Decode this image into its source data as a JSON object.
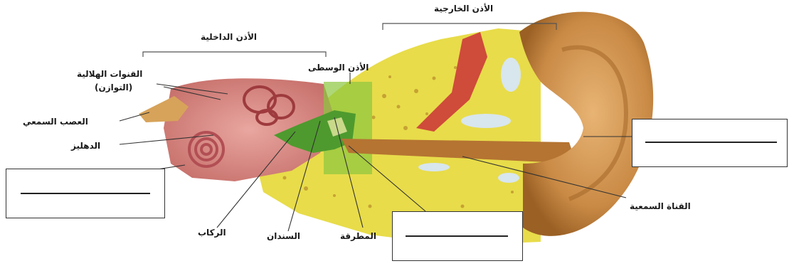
{
  "labels": {
    "outer_ear": "الأذن الخارجية",
    "inner_ear": "الأذن الداخلية",
    "middle_ear": "الأذن الوسطى",
    "semicircular_canals_line1": "القنوات الهلالية",
    "semicircular_canals_line2": "(التوازن)",
    "auditory_nerve": "العصب السمعي",
    "vestibule": "الدهليز",
    "stapes": "الركاب",
    "incus": "السندان",
    "malleus": "المطرقة",
    "ear_canal": "القناة السمعية"
  },
  "colors": {
    "skin": "#c98a45",
    "bone": "#e8dc4a",
    "middle_ear_zone": "#8cc63f",
    "inner_ear": "#d98a86",
    "muscle": "#cf4b3a"
  }
}
